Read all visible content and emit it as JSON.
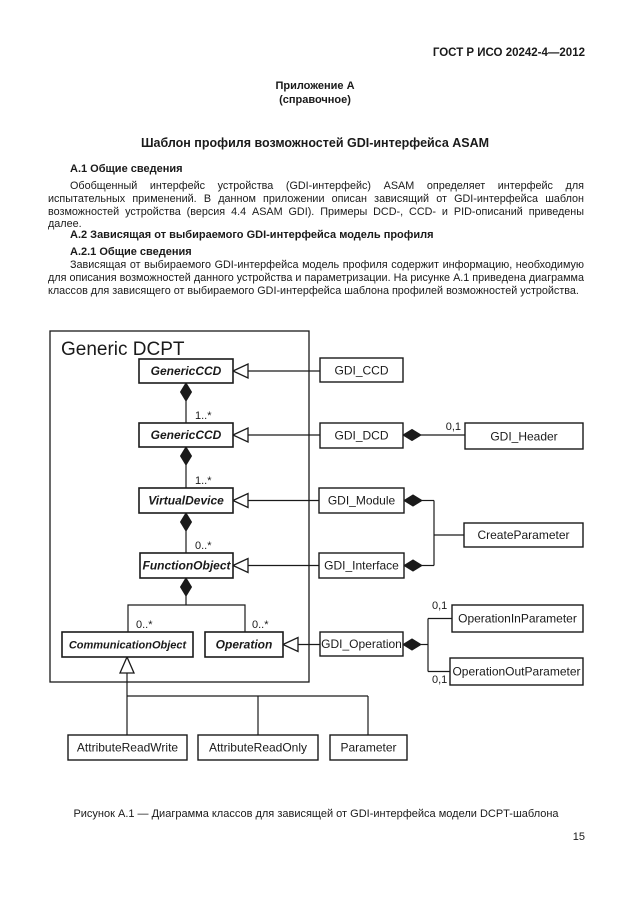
{
  "header": {
    "doc_number": "ГОСТ Р ИСО 20242-4—2012"
  },
  "annex": {
    "title": "Приложение А",
    "subtitle": "(справочное)"
  },
  "title": "Шаблон профиля возможностей GDI-интерфейса ASAM",
  "sections": {
    "a1_heading": "А.1 Общие сведения",
    "a1_text": "Обобщенный интерфейс устройства (GDI-интерфейс) ASAM определяет интерфейс для испытательных применений. В данном приложении описан зависящий от GDI-интерфейса шаблон возможностей устройства (версия 4.4 ASAM GDI). Примеры DCD-, CCD- и PID-описаний приведены далее.",
    "a2_heading": "А.2 Зависящая от выбираемого GDI-интерфейса модель профиля",
    "a21_heading": "А.2.1 Общие сведения",
    "a21_text": "Зависящая от выбираемого GDI-интерфейса модель профиля содержит информацию, необходимую для описания возможностей данного устройства и параметризации. На рисунке А.1 приведена диаграмма классов для зависящего от выбираемого GDI-интерфейса шаблона профилей возможностей устройства."
  },
  "figure": {
    "caption": "Рисунок А.1 — Диаграмма классов для зависящей от GDI-интерфейса модели DCPT-шаблона"
  },
  "page_number": "15",
  "diagram": {
    "container_label": "Generic DCPT",
    "generic_ccd_1": "GenericCCD",
    "generic_ccd_2": "GenericCCD",
    "virtual_device": "VirtualDevice",
    "function_object": "FunctionObject",
    "communication_object": "CommunicationObject",
    "operation": "Operation",
    "gdi_ccd": "GDI_CCD",
    "gdi_dcd": "GDI_DCD",
    "gdi_header": "GDI_Header",
    "gdi_module": "GDI_Module",
    "create_parameter": "CreateParameter",
    "gdi_interface": "GDI_Interface",
    "gdi_operation": "GDI_Operation",
    "operation_in_parameter": "OperationInParameter",
    "operation_out_parameter": "OperationOutParameter",
    "attribute_read_write": "AttributeReadWrite",
    "attribute_read_only": "AttributeReadOnly",
    "parameter": "Parameter",
    "mult_ccd": "1..*",
    "mult_vd": "1..*",
    "mult_fo": "0..*",
    "mult_comm": "0..*",
    "mult_op": "0..*",
    "mult_header": "0,1",
    "mult_op_in": "0,1",
    "mult_op_out": "0,1"
  },
  "colors": {
    "ink": "#1a1a1a",
    "paper": "#ffffff"
  }
}
